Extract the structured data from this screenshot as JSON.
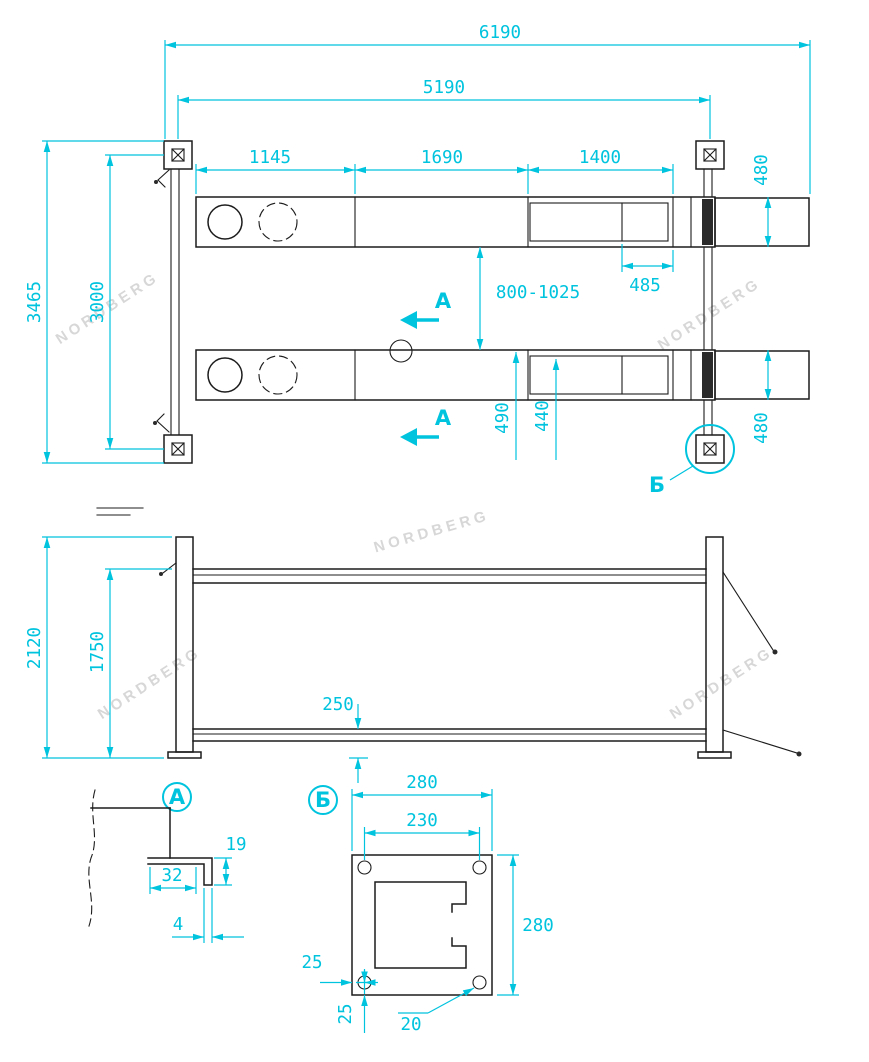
{
  "colors": {
    "accent": "#00c3de",
    "line": "#1c1c1c",
    "watermark": "#d3d3d3",
    "background": "#ffffff"
  },
  "watermark": {
    "text": "NORDBERG"
  },
  "top_view": {
    "section_label": "А",
    "detail_label": "Б",
    "dims": {
      "total_length": "6190",
      "post_span": "5190",
      "seg_1145": "1145",
      "seg_1690": "1690",
      "seg_1400": "1400",
      "runway_width_top": "480",
      "runway_width_bottom": "480",
      "overall_width": "3465",
      "post_inner_span": "3000",
      "track_adjust": "800-1025",
      "ramp_length": "485",
      "d490": "490",
      "d440": "440"
    }
  },
  "side_view": {
    "dims": {
      "overall_height": "2120",
      "clear_height": "1750",
      "rail_height": "250"
    }
  },
  "detail_a": {
    "label": "А",
    "dims": {
      "d32": "32",
      "d19": "19",
      "d4": "4"
    }
  },
  "detail_b": {
    "label": "Б",
    "dims": {
      "plate_width": "280",
      "hole_span": "230",
      "plate_height": "280",
      "edge_left": "25",
      "edge_bottom": "25",
      "hole_dia": "20"
    }
  }
}
